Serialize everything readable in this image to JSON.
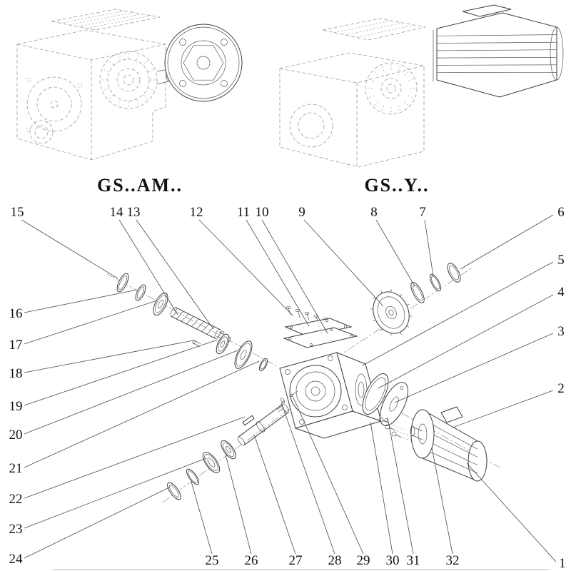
{
  "figure": {
    "variant_left_label": "GS..AM..",
    "variant_right_label": "GS..Y.."
  },
  "callouts": {
    "c1": "1",
    "c2": "2",
    "c3": "3",
    "c4": "4",
    "c5": "5",
    "c6": "6",
    "c7": "7",
    "c8": "8",
    "c9": "9",
    "c10": "10",
    "c11": "11",
    "c12": "12",
    "c13": "13",
    "c14": "14",
    "c15": "15",
    "c16": "16",
    "c17": "17",
    "c18": "18",
    "c19": "19",
    "c20": "20",
    "c21": "21",
    "c22": "22",
    "c23": "23",
    "c24": "24",
    "c25": "25",
    "c26": "26",
    "c27": "27",
    "c28": "28",
    "c29": "29",
    "c30": "30",
    "c31": "31",
    "c32": "32"
  },
  "colors": {
    "line": "#3c3c3c",
    "hidden_line": "#9b9b9b",
    "text": "#111111",
    "background": "#ffffff"
  }
}
